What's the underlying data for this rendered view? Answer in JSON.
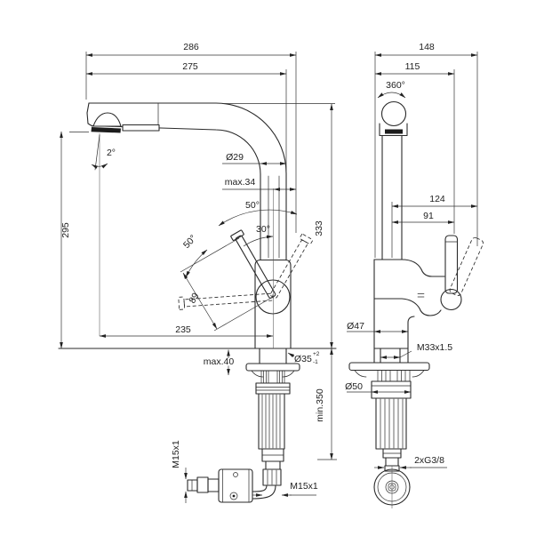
{
  "drawing": {
    "front": {
      "total_projection": "286",
      "spout_projection": "275",
      "outlet_height": "295",
      "outlet_angle": "2°",
      "spout_diameter": "Ø29",
      "handle_overhang_max": "max.34",
      "total_height": "333",
      "handle_swing_upper": "50°",
      "handle_open_angle": "30°",
      "handle_swing_side": "50°",
      "handle_length": "89",
      "spout_reach": "235",
      "deck_thickness_max": "max.40",
      "tap_hole_diameter": "Ø35",
      "tap_hole_tolerance_plus": "+2",
      "tap_hole_tolerance_minus": "-1",
      "hose_length_min": "min.350",
      "check_valve_thread": "M15x1",
      "hose_connector_thread": "M15x1"
    },
    "side": {
      "total_depth": "148",
      "body_depth": "115",
      "swivel_range": "360°",
      "handle_depth_open": "124",
      "handle_depth": "91",
      "body_diameter": "Ø47",
      "shank_thread": "M33x1.5",
      "base_diameter": "Ø50",
      "supply_connection": "2xG3/8"
    }
  }
}
